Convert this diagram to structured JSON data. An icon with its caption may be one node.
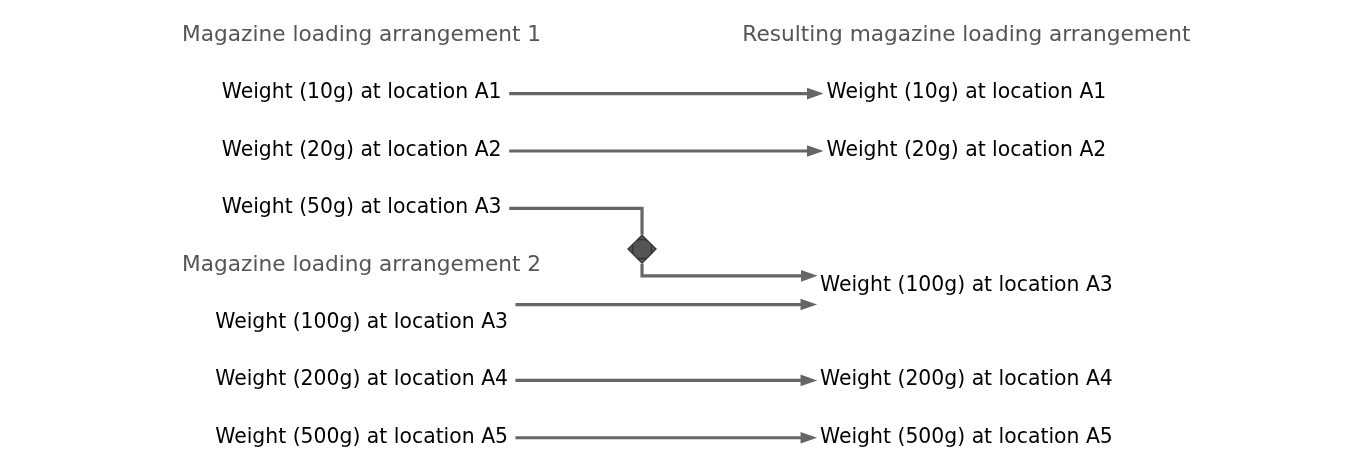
{
  "diagram": {
    "nodes": [
      {
        "text": [
          "Weight (10g) at location A1"
        ]
      },
      {
        "text": [
          "Weight (20g) at location A2"
        ]
      },
      {
        "text": [
          "Weight (50g) at location A3"
        ]
      },
      {
        "text": [
          "Weight (100g) at location A3"
        ]
      },
      {
        "text": [
          "Weight (200g) at location A4"
        ]
      },
      {
        "text": [
          "Weight (500g) at location A5"
        ]
      },
      {
        "text": [],
        "shape": "cross"
      },
      {
        "text": [
          "Weight (10g) at location A1"
        ]
      },
      {
        "text": [
          "Weight (20g) at location A2"
        ]
      },
      {
        "text": [
          "Weight (100g) at location A3"
        ]
      },
      {
        "text": [
          "Weight (200g) at location A4"
        ]
      },
      {
        "text": [
          "Weight (500g) at location A5"
        ]
      }
    ],
    "edges": [
      {
        "from": 0,
        "to": 7,
        "arrow": "to"
      },
      {
        "from": 1,
        "to": 8,
        "arrow": "to"
      },
      {
        "from": 2,
        "to": 6,
        "arrow": "none"
      },
      {
        "from": 6,
        "to": 9,
        "arrow": "to"
      },
      {
        "from": 3,
        "to": 9,
        "arrow": "to"
      },
      {
        "from": 4,
        "to": 10,
        "arrow": "to"
      },
      {
        "from": 5,
        "to": 11,
        "arrow": "to"
      }
    ],
    "labels": [
      "Magazine loading arrangement 1",
      "Resulting magazine loading arrangement",
      "Magazine loading arrangement 2"
    ]
  }
}
